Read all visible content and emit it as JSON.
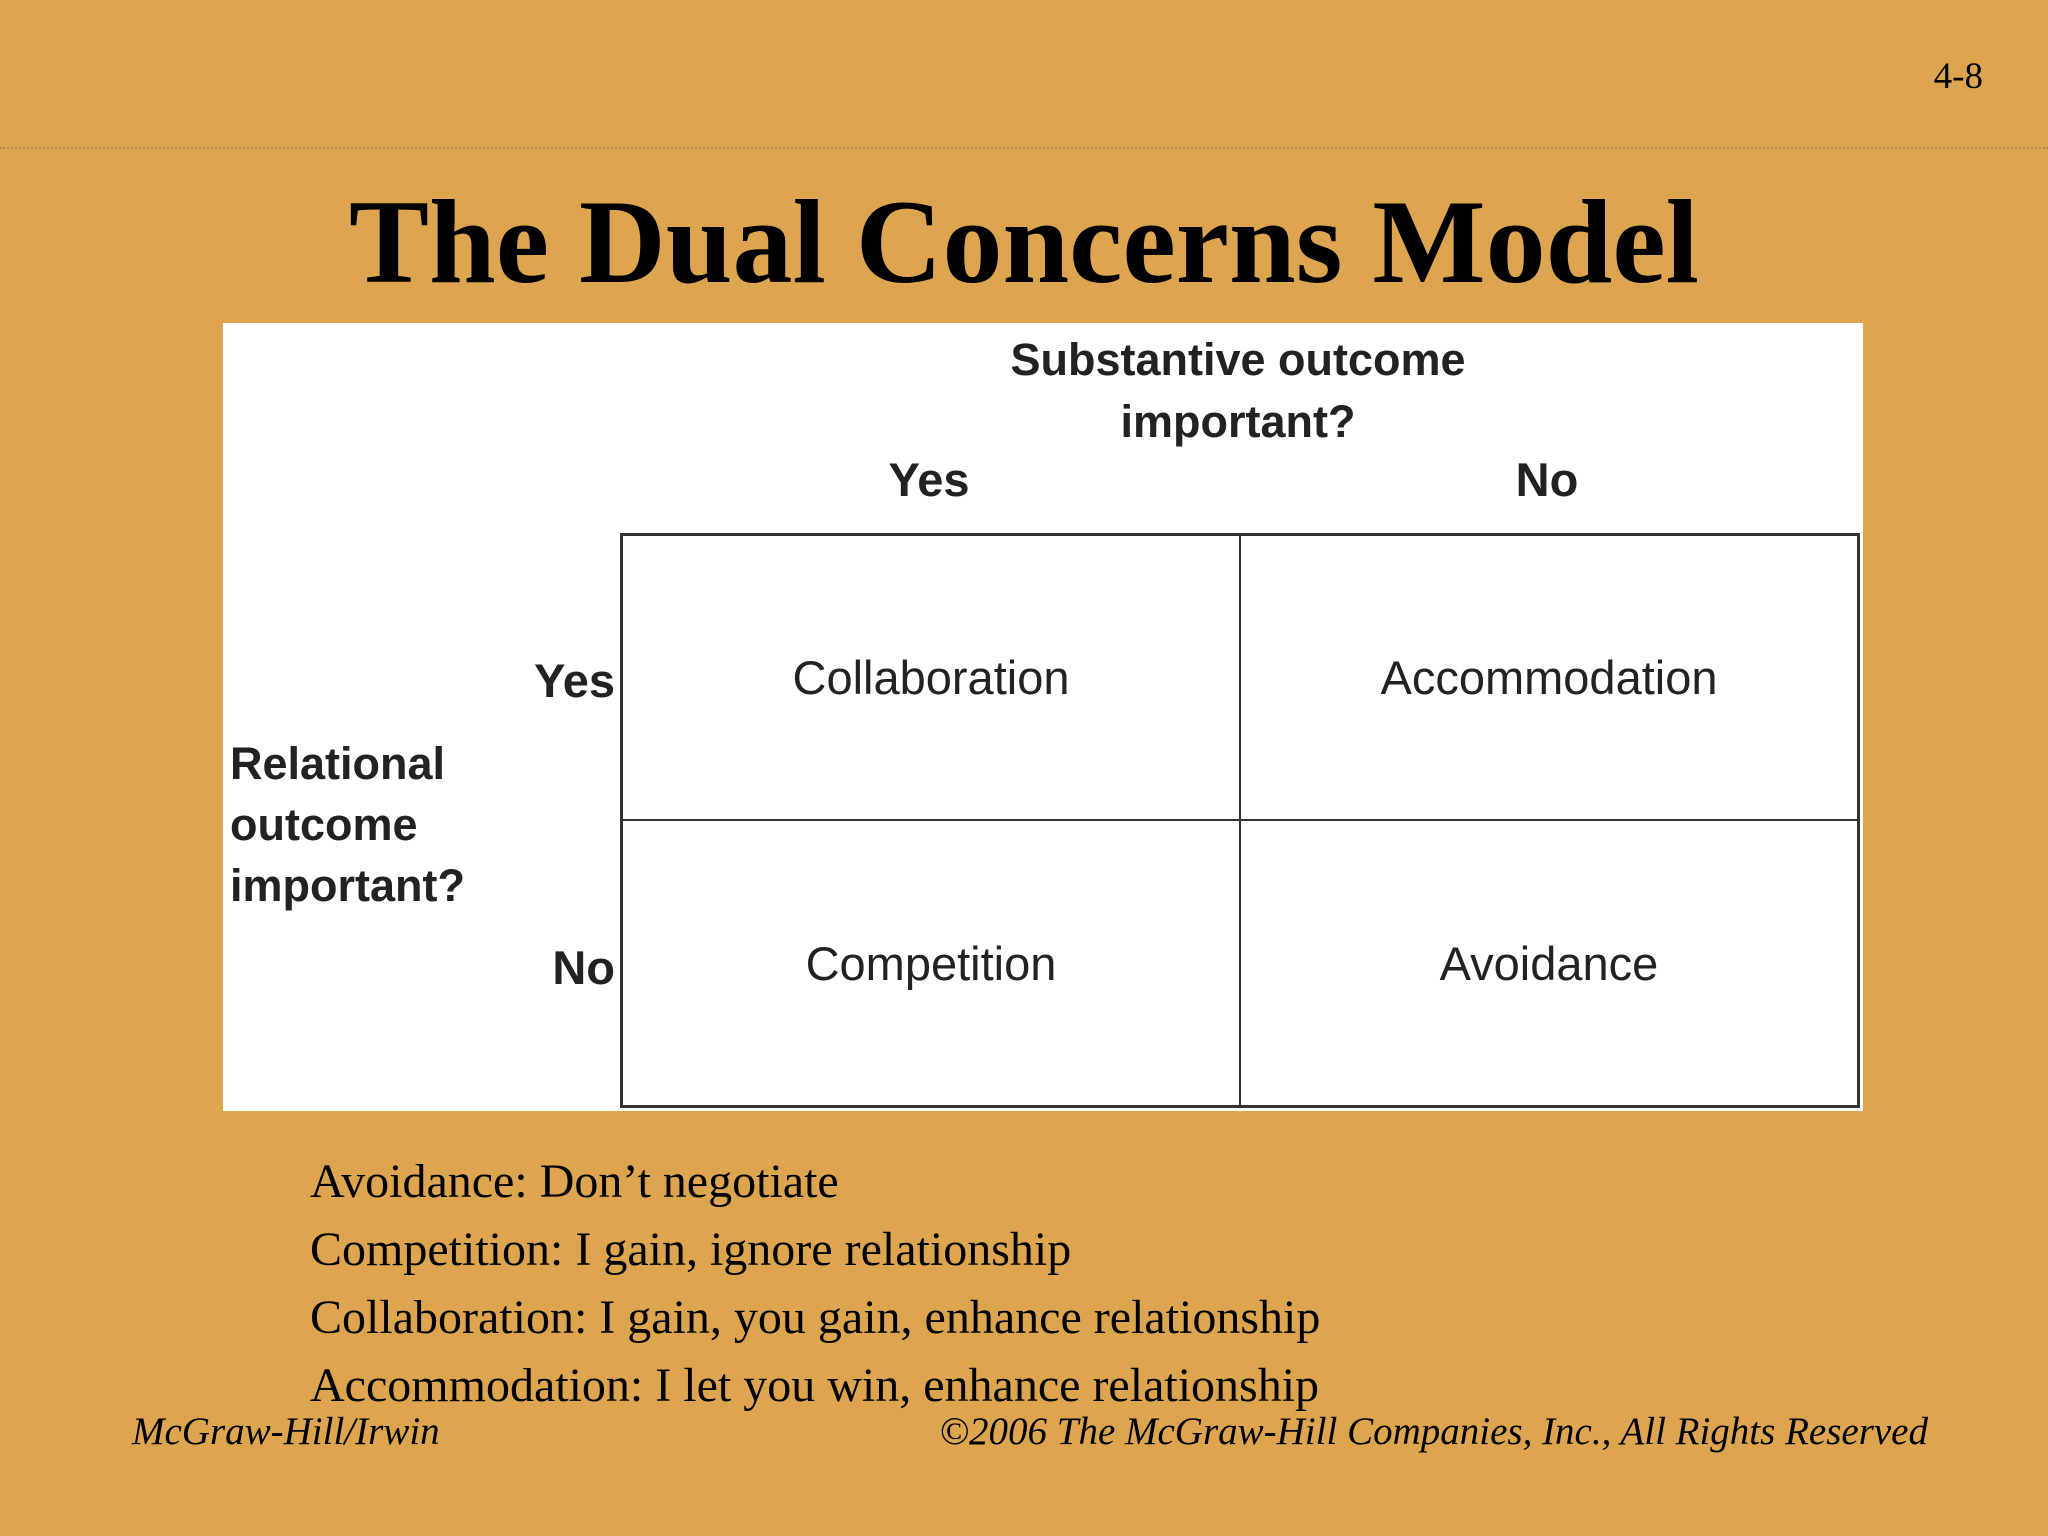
{
  "slide": {
    "number": "4-8",
    "title": "The Dual Concerns Model"
  },
  "diagram": {
    "column_header": [
      "Substantive outcome",
      "important?"
    ],
    "column_labels": [
      "Yes",
      "No"
    ],
    "row_header": [
      "Relational",
      "outcome",
      "important?"
    ],
    "row_labels": [
      "Yes",
      "No"
    ],
    "cells": {
      "yes_yes": "Collaboration",
      "yes_no": "Accommodation",
      "no_yes": "Competition",
      "no_no": "Avoidance"
    }
  },
  "legend": [
    "Avoidance: Don’t negotiate",
    "Competition: I gain, ignore relationship",
    "Collaboration: I gain, you gain, enhance relationship",
    "Accommodation: I let you win, enhance relationship"
  ],
  "footer": {
    "left": "McGraw-Hill/Irwin",
    "right": "©2006 The McGraw-Hill Companies, Inc., All Rights Reserved"
  },
  "colors": {
    "background": "#dda54f",
    "panel": "#ffffff",
    "text": "#000000"
  }
}
